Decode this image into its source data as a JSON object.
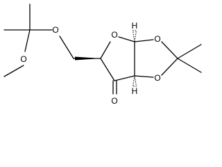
{
  "structure": {
    "atoms": {
      "o_ether_left": "O",
      "o_ether_mid": "O",
      "o_ring": "O",
      "o_dioxole_top": "O",
      "o_dioxole_bottom": "O",
      "o_ketone": "O"
    },
    "stereo": {
      "h_top": "H",
      "h_bottom": "H"
    }
  },
  "colors": {
    "ink": "#000000",
    "background": "#ffffff"
  }
}
